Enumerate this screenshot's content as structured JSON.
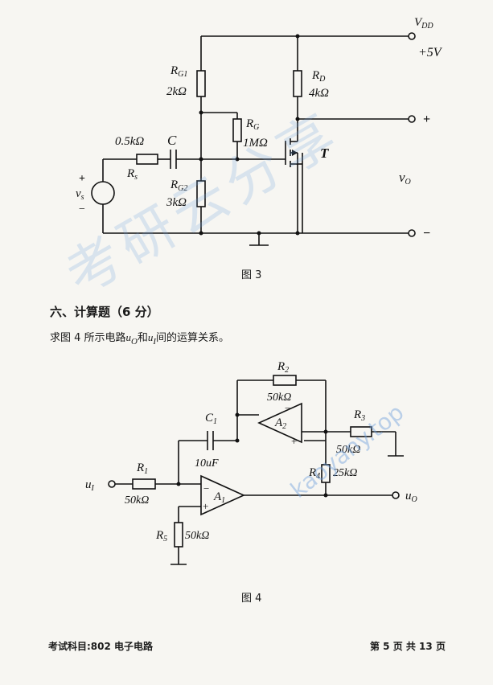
{
  "fig3": {
    "vdd_label": "V",
    "vdd_sub": "DD",
    "vdd_value": "+5V",
    "rg1_label": "R",
    "rg1_sub": "G1",
    "rg1_value": "2kΩ",
    "rd_label": "R",
    "rd_sub": "D",
    "rd_value": "4kΩ",
    "rg_label": "R",
    "rg_sub": "G",
    "rg_value": "1MΩ",
    "rs_value": "0.5kΩ",
    "rs_label": "R",
    "rs_sub": "s",
    "c_label": "C",
    "transistor_label": "T",
    "rg2_label": "R",
    "rg2_sub": "G2",
    "rg2_value": "3kΩ",
    "vs_plus": "+",
    "vs_label": "v",
    "vs_sub": "s",
    "vs_minus": "−",
    "out_plus": "+",
    "out_minus": "−",
    "vo_label": "v",
    "vo_sub": "O",
    "caption": "图 3"
  },
  "section": {
    "title": "六、计算题（6 分）",
    "question_pre": "求图 4 所示电路",
    "uo_main": "u",
    "uo_sub": "O",
    "question_mid": "和",
    "ui_main": "u",
    "ui_sub": "I",
    "question_post": "间的运算关系。"
  },
  "fig4": {
    "r2_label": "R",
    "r2_sub": "2",
    "r2_value": "50kΩ",
    "c1_label": "C",
    "c1_sub": "1",
    "c1_value": "10uF",
    "a2_label": "A",
    "a2_sub": "2",
    "r3_label": "R",
    "r3_sub": "3",
    "r3_value": "50kΩ",
    "r4_label": "R",
    "r4_sub": "4",
    "r4_value": "25kΩ",
    "r1_label": "R",
    "r1_sub": "1",
    "r1_value": "50kΩ",
    "a1_label": "A",
    "a1_sub": "1",
    "ui_label": "u",
    "ui_sub": "I",
    "uo_label": "u",
    "uo_sub": "O",
    "r5_label": "R",
    "r5_sub": "5",
    "r5_value": "50kΩ",
    "minus": "−",
    "plus": "+",
    "caption": "图 4"
  },
  "footer": {
    "subject": "考试科目:802 电子电路",
    "page": "第 5 页   共 13 页"
  },
  "watermark": {
    "text": "考研云分享",
    "url": "kaoyany.top"
  }
}
